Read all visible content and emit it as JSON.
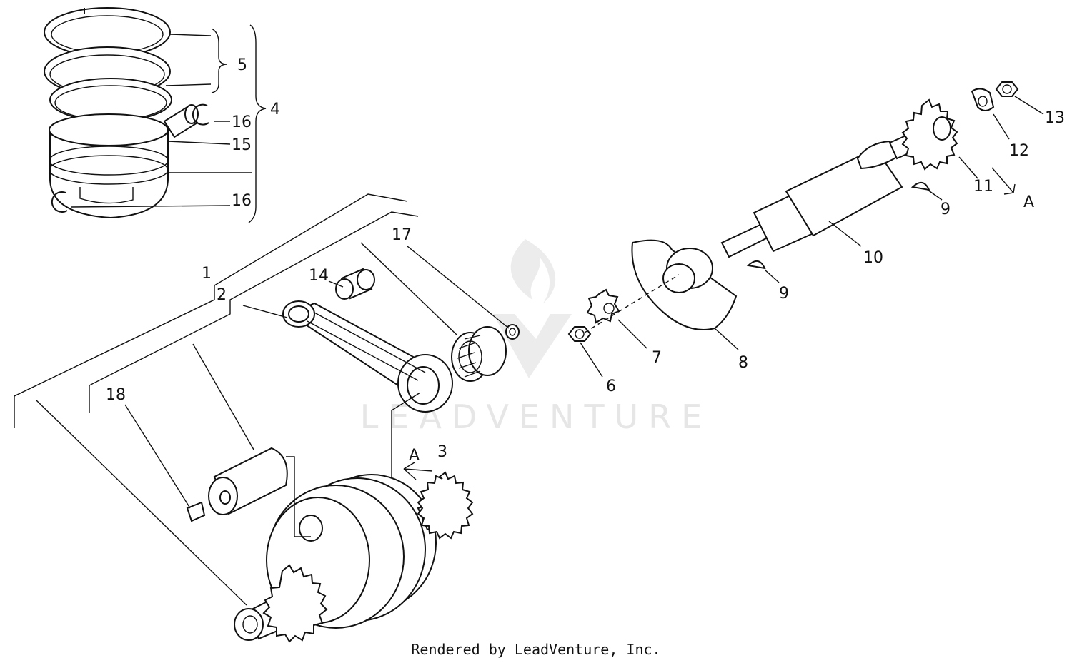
{
  "diagram": {
    "callouts": [
      {
        "id": "c1",
        "text": "1"
      },
      {
        "id": "c2",
        "text": "2"
      },
      {
        "id": "c3",
        "text": "3"
      },
      {
        "id": "c4",
        "text": "4"
      },
      {
        "id": "c5",
        "text": "5"
      },
      {
        "id": "c6",
        "text": "6"
      },
      {
        "id": "c7",
        "text": "7"
      },
      {
        "id": "c8",
        "text": "8"
      },
      {
        "id": "c9a",
        "text": "9"
      },
      {
        "id": "c9b",
        "text": "9"
      },
      {
        "id": "c10",
        "text": "10"
      },
      {
        "id": "c11",
        "text": "11"
      },
      {
        "id": "c12",
        "text": "12"
      },
      {
        "id": "c13",
        "text": "13"
      },
      {
        "id": "c14",
        "text": "14"
      },
      {
        "id": "c15",
        "text": "15"
      },
      {
        "id": "c16a",
        "text": "16"
      },
      {
        "id": "c16b",
        "text": "16"
      },
      {
        "id": "c17",
        "text": "17"
      },
      {
        "id": "c18",
        "text": "18"
      },
      {
        "id": "cA1",
        "text": "A"
      },
      {
        "id": "cA2",
        "text": "A"
      }
    ],
    "watermark": "LEADVENTURE",
    "footer": "Rendered by LeadVenture, Inc."
  }
}
